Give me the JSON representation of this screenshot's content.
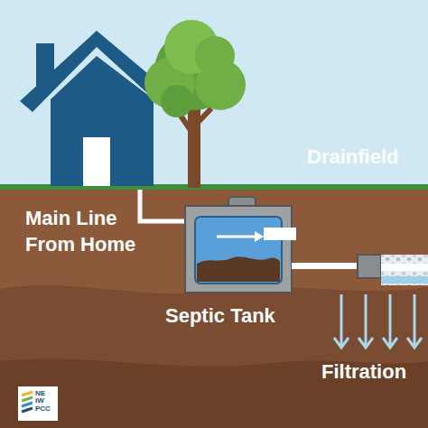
{
  "diagram": {
    "labels": [
      "Drainfield",
      "Main Line From Home",
      "Septic Tank",
      "Filtration",
      "NE IW PCC"
    ]
  }
}
